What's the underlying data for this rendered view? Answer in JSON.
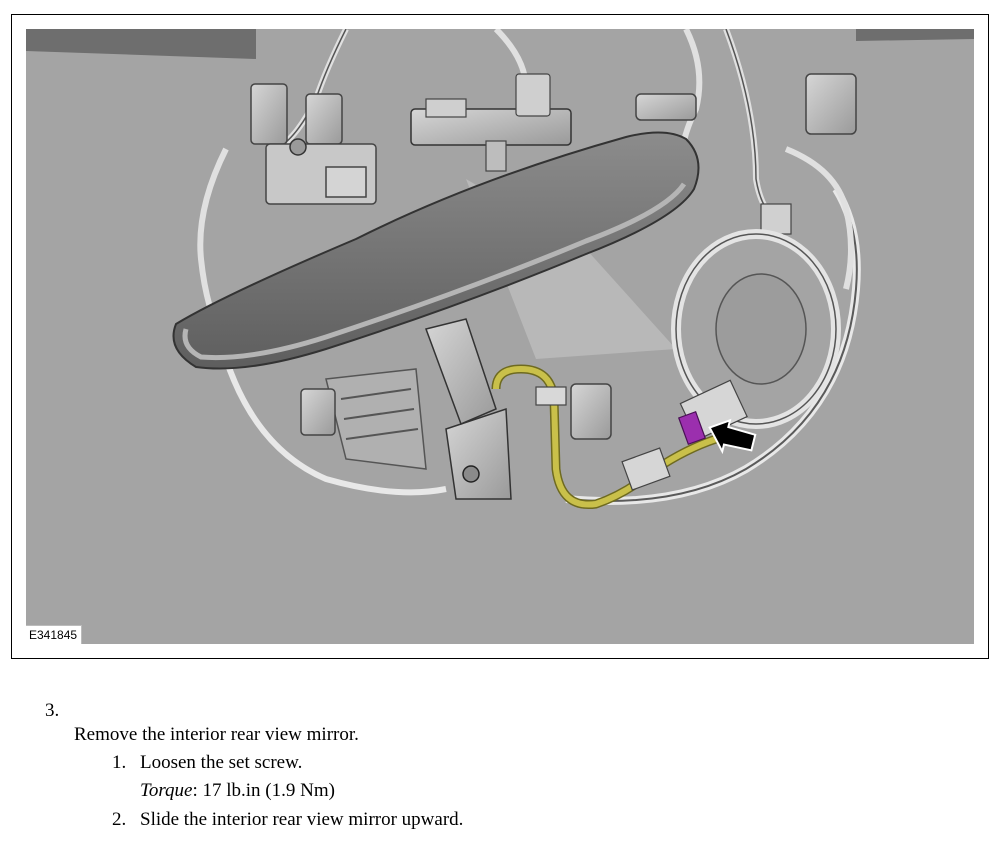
{
  "figure": {
    "id_label": "E341845"
  },
  "step": {
    "number": "3.",
    "title": "Remove the interior rear view mirror.",
    "substeps": [
      {
        "num": "1.",
        "text": "Loosen the set screw."
      },
      {
        "num": "2.",
        "text": "Slide the interior rear view mirror upward."
      }
    ],
    "torque": {
      "label": "Torque",
      "separator": ":",
      "value": "17 lb.in (1.9 Nm)"
    }
  },
  "colors": {
    "background": "#a4a4a4",
    "wire_yellow": "#c9c04a",
    "connector_purple": "#9b2fae",
    "arrow": "#000000"
  }
}
